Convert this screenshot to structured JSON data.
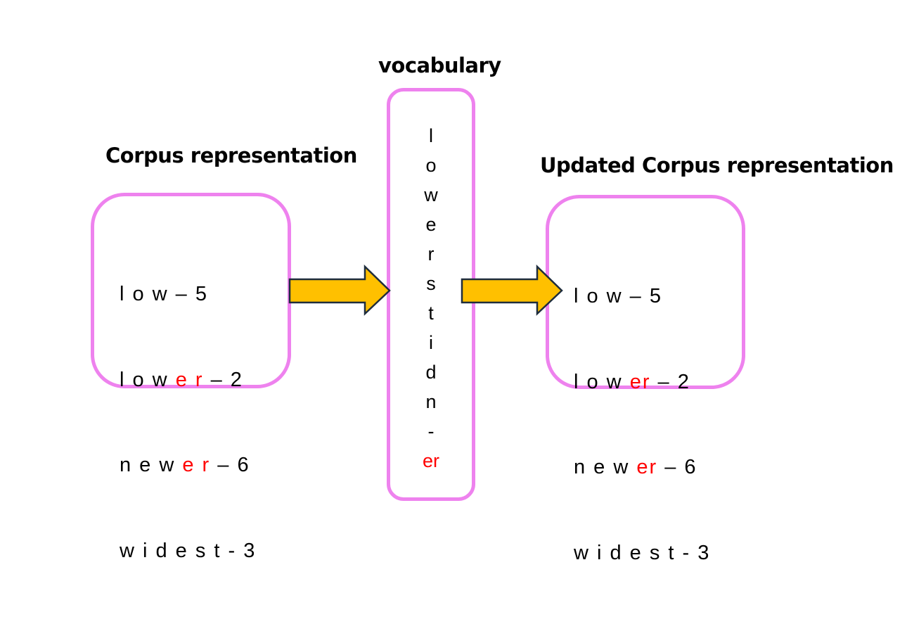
{
  "titles": {
    "corpus": "Corpus representation",
    "vocabulary": "vocabulary",
    "updated": "Updated Corpus representation"
  },
  "corpus_lines": [
    {
      "pre": "l o w – 5",
      "hl": "",
      "post": ""
    },
    {
      "pre": "l o w ",
      "hl": "e r",
      "post": " – 2"
    },
    {
      "pre": "n e w ",
      "hl": "e r",
      "post": " – 6"
    },
    {
      "pre": "w i d e s t - 3",
      "hl": "",
      "post": ""
    }
  ],
  "updated_lines": [
    {
      "pre": "l o w – 5",
      "hl": "",
      "post": ""
    },
    {
      "pre": "l o w ",
      "hl": "er",
      "post": " – 2"
    },
    {
      "pre": "n e w ",
      "hl": "er",
      "post": " – 6"
    },
    {
      "pre": "w i d e s t - 3",
      "hl": "",
      "post": ""
    }
  ],
  "vocabulary": [
    "l",
    "o",
    "w",
    "e",
    "r",
    "s",
    "t",
    "i",
    "d",
    "n",
    "-"
  ],
  "vocabulary_new": "er",
  "colors": {
    "box_border": "#ee82ee",
    "highlight": "#ff0000",
    "arrow_fill": "#ffc000",
    "arrow_stroke": "#1f2d3d"
  }
}
